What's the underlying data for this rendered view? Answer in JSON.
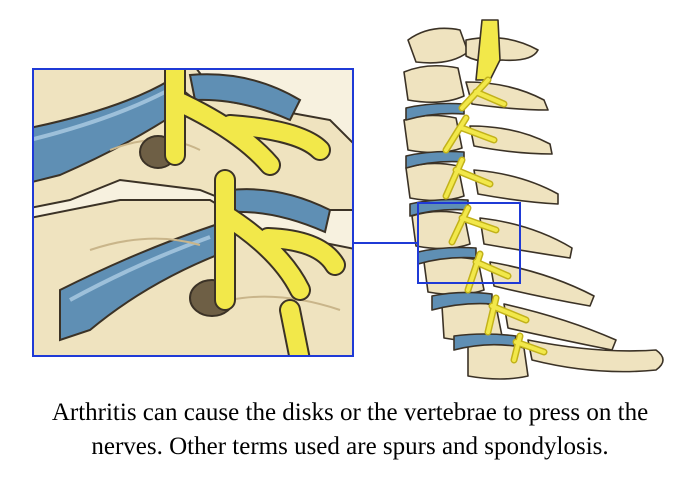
{
  "caption": "Arthritis can cause the disks or the vertebrae to press on the nerves. Other terms used are spurs and spondylosis.",
  "colors": {
    "bone": "#efe3bf",
    "bone_dark": "#c9b58a",
    "disk": "#5f8fb4",
    "disk_light": "#9dc0da",
    "nerve": "#f2e84a",
    "nerve_dark": "#c2b21a",
    "outline": "#3b3226",
    "frame": "#1f3ad6",
    "text": "#000000"
  },
  "icons": {
    "spine": "cervical-spine-illustration",
    "magnifier": "zoom-inset-frame"
  }
}
